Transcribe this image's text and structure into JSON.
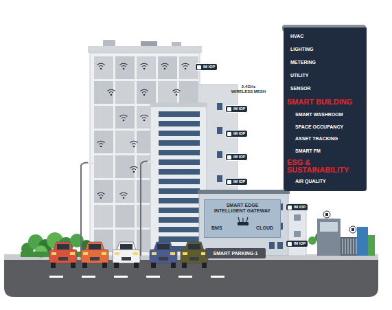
{
  "diagram": {
    "nodes": [
      {
        "text": [
          "HVAC",
          "LIGHTING",
          "METERING",
          "UTILITY",
          "SENSOR",
          "SMART BUILDING",
          "SMART WASHROOM",
          "SPACE OCCUPANCY",
          "ASSET TRACKING",
          "SMART FM",
          "ESG & SUSTAINABILITY",
          "AIR QUALITY"
        ]
      },
      {
        "text": [
          "IM IOP"
        ]
      },
      {
        "text": [
          "IM IOP"
        ]
      },
      {
        "text": [
          "IM IOP"
        ]
      },
      {
        "text": [
          "IM IOP"
        ]
      },
      {
        "text": [
          "IM IOP"
        ]
      },
      {
        "text": [
          "SMART EDGE INTELLIGENT GATEWAY",
          "BMS",
          "CLOUD"
        ]
      },
      {
        "text": [
          "IM IOP"
        ]
      },
      {
        "text": [
          "IM IOP"
        ]
      },
      {
        "text": [
          "SMART PARKING-1"
        ]
      }
    ],
    "labels": [
      "2.4GHz WIRELESS MESH"
    ]
  }
}
